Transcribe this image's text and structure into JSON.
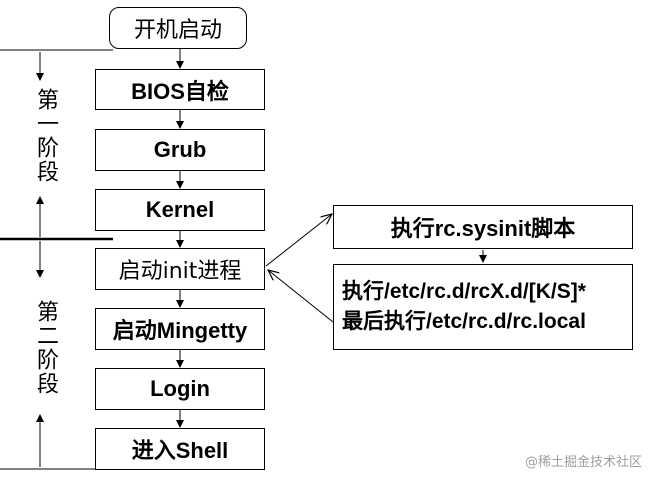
{
  "boxes": {
    "boot": "开机启动",
    "bios": "BIOS自检",
    "grub": "Grub",
    "kernel": "Kernel",
    "init": "启动init进程",
    "mingetty": "启动Mingetty",
    "login": "Login",
    "shell": "进入Shell"
  },
  "side": {
    "sysinit": "执行rc.sysinit脚本",
    "rc_line1": "执行/etc/rc.d/rcX.d/[K/S]*",
    "rc_line2": "最后执行/etc/rc.d/rc.local"
  },
  "stages": {
    "stage1": "第一阶段",
    "stage2": "第二阶段"
  },
  "watermark": "@稀土掘金技术社区"
}
